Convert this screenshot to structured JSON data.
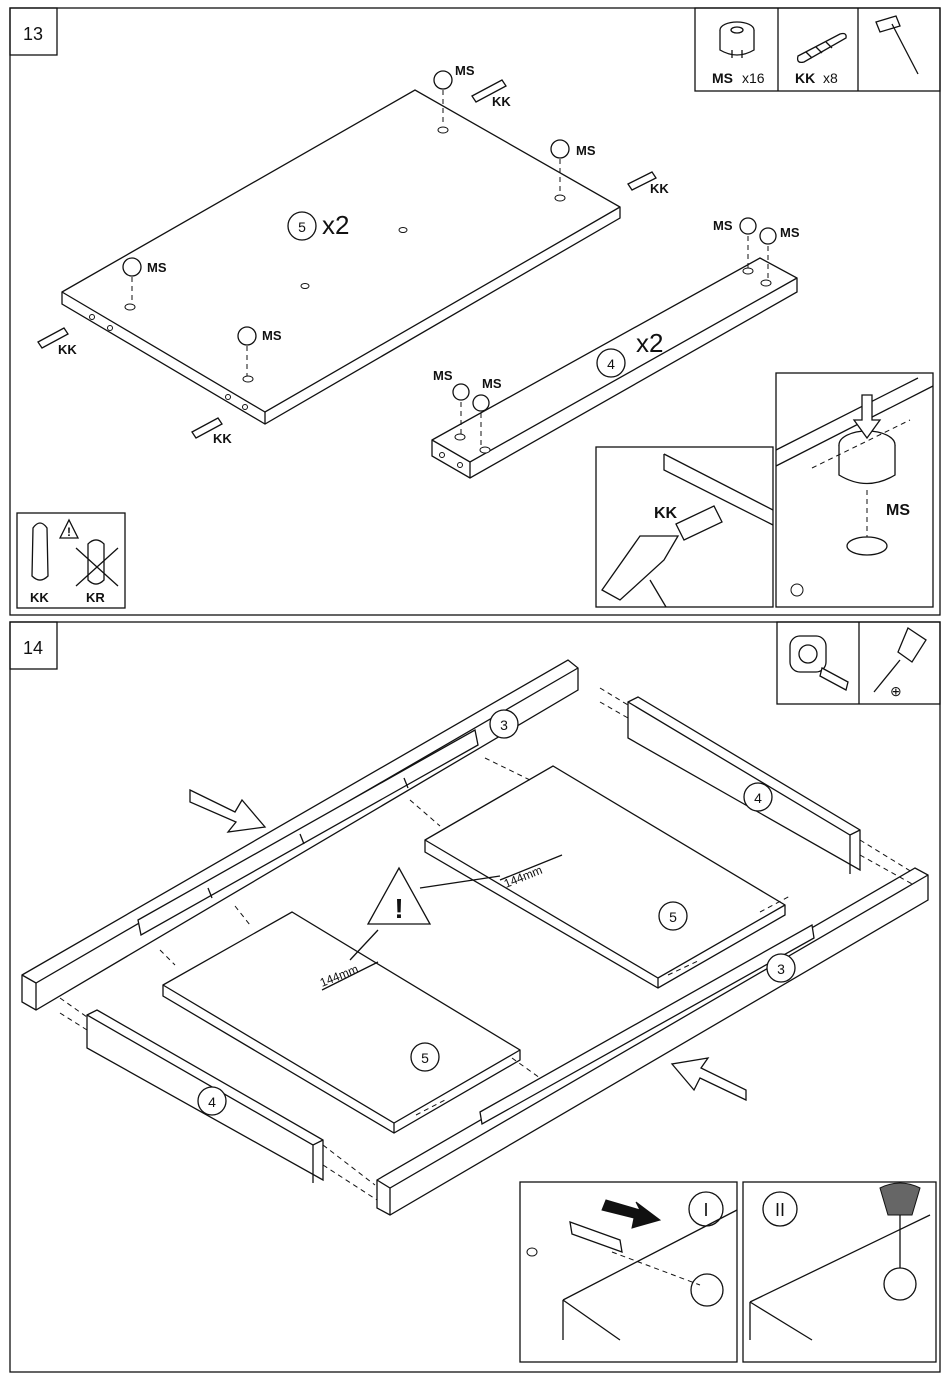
{
  "step13": {
    "number": "13",
    "parts": [
      {
        "code": "MS",
        "qty": "x16",
        "icon": "cam-lock-icon"
      },
      {
        "code": "KK",
        "qty": "x8",
        "icon": "wooden-dowel-icon"
      },
      {
        "code": "",
        "qty": "",
        "icon": "hammer-icon"
      }
    ],
    "board_large": {
      "part_no": "5",
      "mult": "x2"
    },
    "board_rail": {
      "part_no": "4",
      "mult": "x2"
    },
    "label_ms": "MS",
    "label_kk": "KK",
    "warning": {
      "ok_label": "KK",
      "wrong_label": "KR"
    },
    "detail_hammer_label": "KK",
    "detail_cam_label": "MS"
  },
  "step14": {
    "number": "14",
    "tools": [
      {
        "icon": "tape-measure-icon"
      },
      {
        "icon": "phillips-screwdriver-icon",
        "symbol": "⊕"
      }
    ],
    "parts": {
      "side": "3",
      "end": "4",
      "board": "5"
    },
    "measure": "144mm",
    "sub_steps": [
      "I",
      "II"
    ]
  }
}
